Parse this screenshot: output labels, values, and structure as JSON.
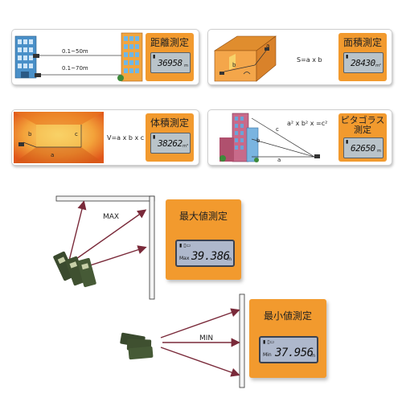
{
  "panels": {
    "distance": {
      "title": "距離測定",
      "line1": "0.1~50m",
      "line2": "0.1~70m",
      "display_value": "36958",
      "display_unit": "m"
    },
    "area": {
      "title": "面積測定",
      "formula": "S=a x b",
      "label_a": "a",
      "label_b": "b",
      "display_value": "28430",
      "display_unit": "m²"
    },
    "volume": {
      "title": "体積測定",
      "formula": "V=a x b x c",
      "label_a": "a",
      "label_b": "b",
      "label_c": "c",
      "display_value": "38262",
      "display_unit": "m³"
    },
    "pythagoras": {
      "title_line1": "ピタゴラス",
      "title_line2": "測定",
      "formula": "a² x b² x =c²",
      "label_a": "a",
      "label_b": "b",
      "label_c": "c",
      "display_value": "62650",
      "display_unit": "m"
    }
  },
  "max_section": {
    "arrow_label": "MAX",
    "title": "最大値測定",
    "display_tag": "Max",
    "display_value": "39.386",
    "display_unit": "m"
  },
  "min_section": {
    "arrow_label": "MIN",
    "title": "最小値測定",
    "display_tag": "Min",
    "display_value": "37.956",
    "display_unit": "m"
  },
  "colors": {
    "accent_orange": "#f29a2e",
    "arrow_maroon": "#7a2a3a",
    "lcd_gray": "#b9c3c9"
  }
}
